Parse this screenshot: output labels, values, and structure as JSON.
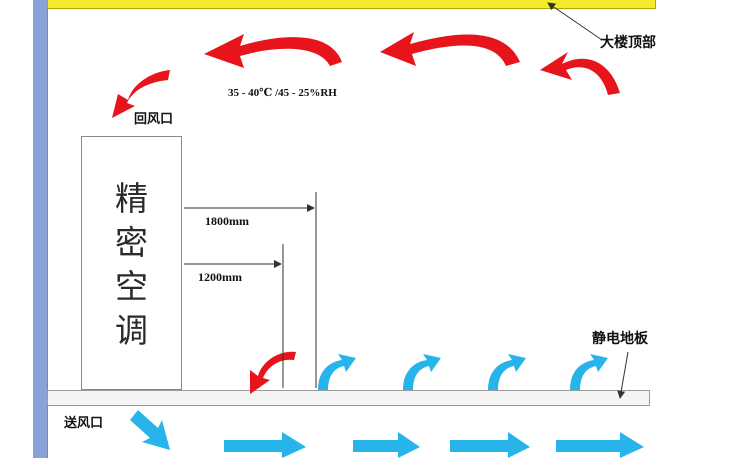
{
  "labels": {
    "building_top": "大楼顶部",
    "condition": "35 - 40℃ /45 - 25%RH",
    "return_vent": "回风口",
    "supply_vent": "送风口",
    "raised_floor": "静电地板",
    "ac_unit": "精\n密\n空\n调",
    "dist_1800": "1800mm",
    "dist_1200": "1200mm"
  },
  "colors": {
    "hot_air": "#e8141c",
    "cold_air": "#27b4ea",
    "ceiling": "#f2ea2c",
    "wall": "#8aa2d8"
  }
}
